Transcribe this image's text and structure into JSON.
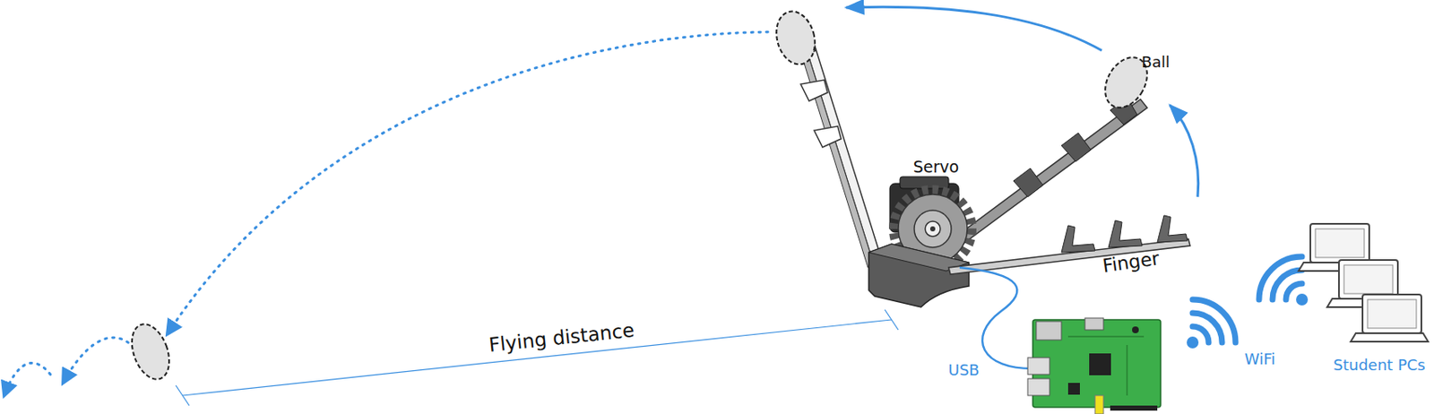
{
  "diagram": {
    "labels": [
      "Ball",
      "Servo",
      "Finger",
      "Flying distance",
      "USB",
      "WiFi",
      "Student PCs"
    ]
  }
}
